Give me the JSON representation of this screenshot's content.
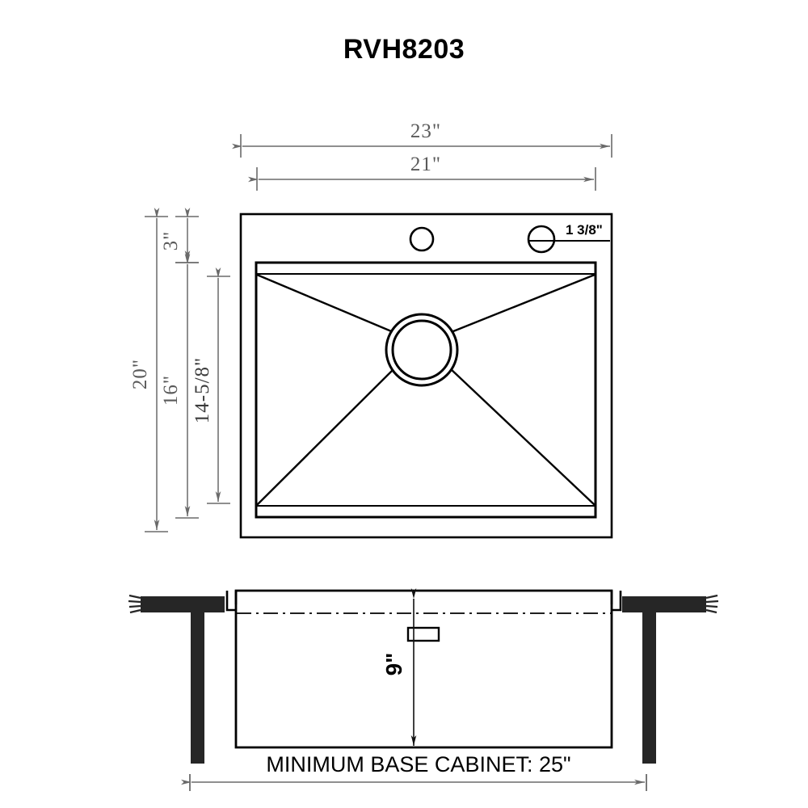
{
  "title": "RVH8203",
  "drawing": {
    "kind": "kitchen-sink-specification-drawing",
    "top_view": {
      "width_outer_label": "23\"",
      "width_inner_label": "21\"",
      "height_outer_label": "20\"",
      "deck_label": "3\"",
      "basin_height_label": "16\"",
      "basin_inner_height_label": "14-5/8\"",
      "hole_label": "1 3/8\"",
      "faucet_holes": 2,
      "drain_rings": 2
    },
    "section_view": {
      "depth_label": "9\"",
      "caption": "MINIMUM BASE CABINET: 25\"",
      "cabinet_span_label": "25\""
    }
  },
  "colors": {
    "outline": "#000000",
    "dimension_line": "#6a6a6a",
    "dimension_text": "#5a5a5a",
    "countertop": "#262626",
    "paper": "#ffffff"
  }
}
